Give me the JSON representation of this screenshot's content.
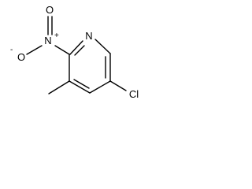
{
  "molecule": {
    "atoms": {
      "ring_nitrogen": "N",
      "nitro_nitrogen": "N",
      "nitro_oxygen_single": "O",
      "nitro_oxygen_double": "O",
      "chlorine": "Cl"
    },
    "charges": {
      "nitro_nitrogen_charge": "+",
      "nitro_oxygen_charge": "-"
    }
  }
}
